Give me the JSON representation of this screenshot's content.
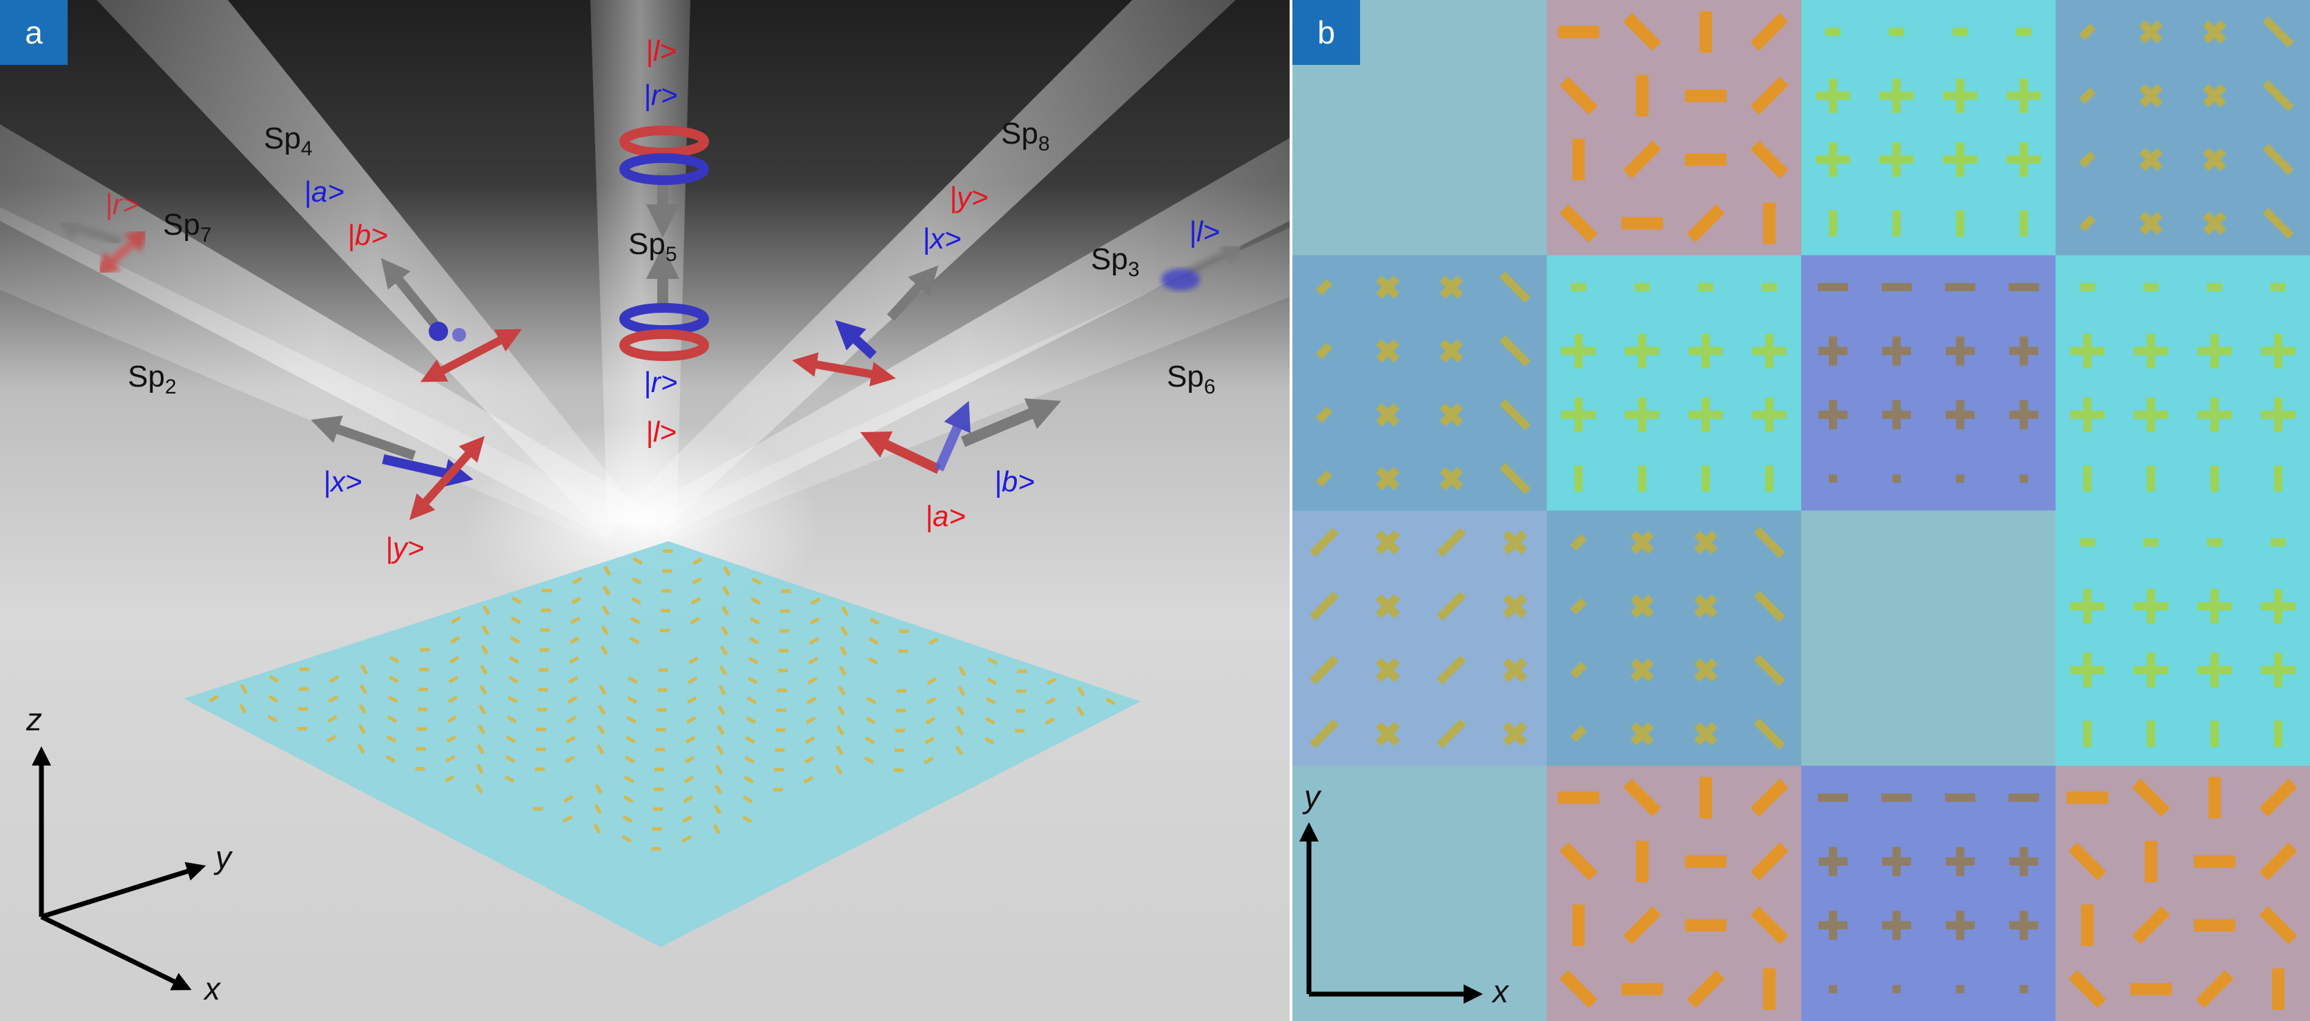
{
  "panel_a": {
    "badge": "a",
    "spots": [
      {
        "name": "Sp",
        "sub": "7"
      },
      {
        "name": "Sp",
        "sub": "4"
      },
      {
        "name": "Sp",
        "sub": "5"
      },
      {
        "name": "Sp",
        "sub": "8"
      },
      {
        "name": "Sp",
        "sub": "3"
      },
      {
        "name": "Sp",
        "sub": "2"
      },
      {
        "name": "Sp",
        "sub": "6"
      }
    ],
    "states": {
      "sp7_top": "|r>",
      "sp4_a": "|a>",
      "sp4_b": "|b>",
      "sp5_l_top": "|l>",
      "sp5_r_top": "|r>",
      "sp5_r_bottom": "|r>",
      "sp5_l_bottom": "|l>",
      "sp8_y": "|y>",
      "sp8_x": "|x>",
      "sp3_l": "|l>",
      "sp2_x": "|x>",
      "sp2_y": "|y>",
      "sp6_a": "|a>",
      "sp6_b": "|b>"
    },
    "axes": {
      "z": "z",
      "y": "y",
      "x": "x"
    },
    "colors": {
      "red": "#e8141e",
      "blue": "#1b1be0",
      "beam": "#e6e6e6",
      "metasurface": "#8fd6df",
      "nanofin": "#d8b640"
    }
  },
  "panel_b": {
    "badge": "b",
    "axes": {
      "y": "y",
      "x": "x"
    },
    "grid": [
      [
        "blank",
        "radial",
        "cross",
        "diag"
      ],
      [
        "diag",
        "cross",
        "plus",
        "cross"
      ],
      [
        "diag2",
        "diag",
        "blank",
        "cross"
      ],
      [
        "blank",
        "radial",
        "plus",
        "radial"
      ]
    ],
    "colors": {
      "blank": "#8ec0cc",
      "radial": "#b79fae",
      "cross": "#6ed7df",
      "diag": "#76a9c9",
      "diag2": "#8fb1d6",
      "plus": "#7a8fd8",
      "fin_orange": "#e2962a",
      "fin_green": "#9dd35a",
      "fin_olive": "#b6ae50",
      "fin_brown": "#8f7e63"
    }
  }
}
